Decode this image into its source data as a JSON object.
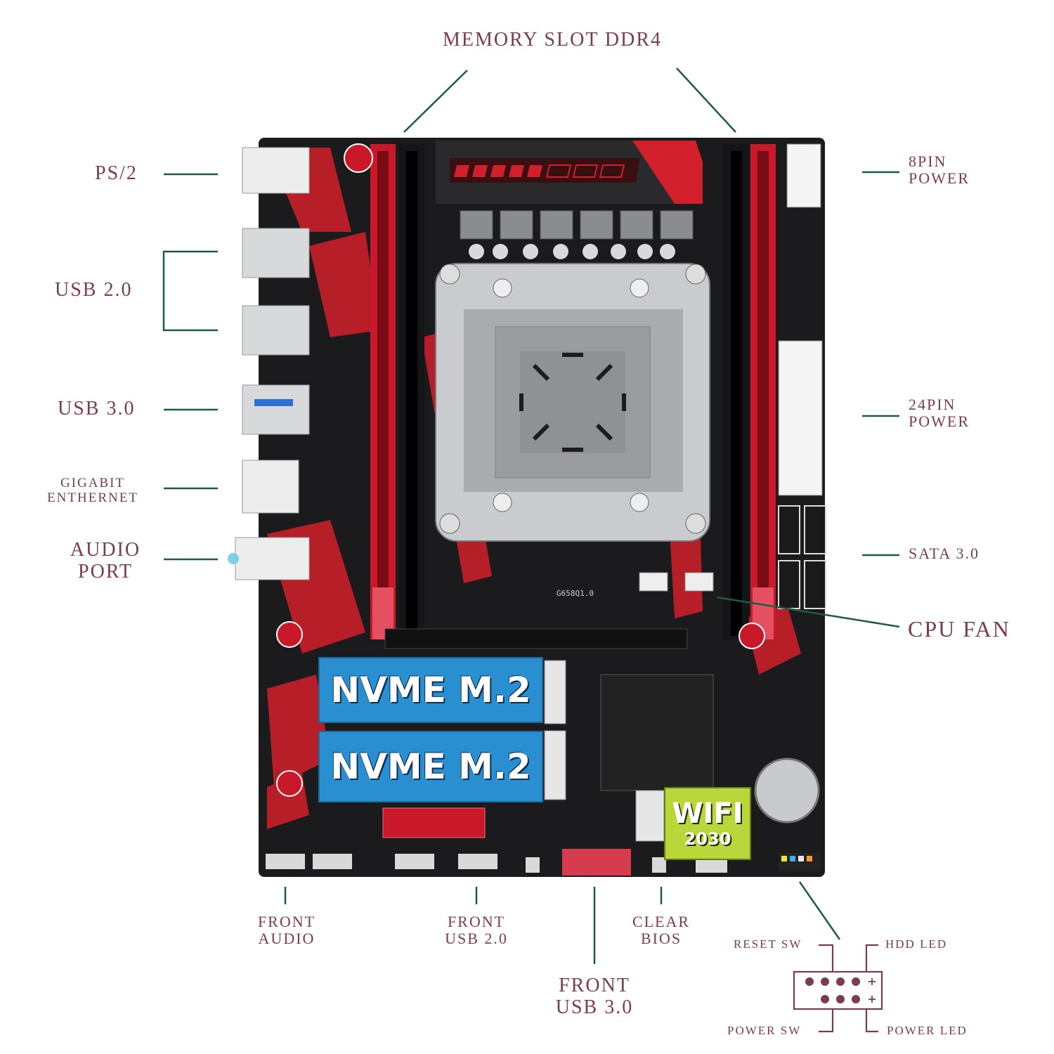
{
  "labels": {
    "memory_slot": "MEMORY SLOT DDR4",
    "ps2": "PS/2",
    "usb20": "USB 2.0",
    "usb30": "USB 3.0",
    "gigabit": [
      "GIGABIT",
      "ENTHERNET"
    ],
    "audio_port": [
      "AUDIO",
      "PORT"
    ],
    "pin8": [
      "8PIN",
      "POWER"
    ],
    "pin24": [
      "24PIN",
      "POWER"
    ],
    "sata": "SATA 3.0",
    "cpu_fan": "CPU FAN",
    "front_audio": [
      "FRONT",
      "AUDIO"
    ],
    "front_usb20": [
      "FRONT",
      "USB 2.0"
    ],
    "front_usb30": [
      "FRONT",
      "USB 3.0"
    ],
    "clear_bios": [
      "CLEAR",
      "BIOS"
    ],
    "reset_sw": "RESET SW",
    "hdd_led": "HDD LED",
    "power_sw": "POWER SW",
    "power_led": "POWER LED"
  },
  "board": {
    "nvme_1": "NVME M.2",
    "nvme_2": "NVME M.2",
    "wifi_title": "WIFI",
    "wifi_model": "2030",
    "board_code": "G658Q1.0"
  },
  "colors": {
    "label_text": "#7a3e48",
    "leader_line": "#1e5a44",
    "pcb_black": "#1b1b1d",
    "pcb_red": "#d1202c",
    "nvme_blue": "#2a8fd0",
    "wifi_green": "#b9d63a"
  }
}
